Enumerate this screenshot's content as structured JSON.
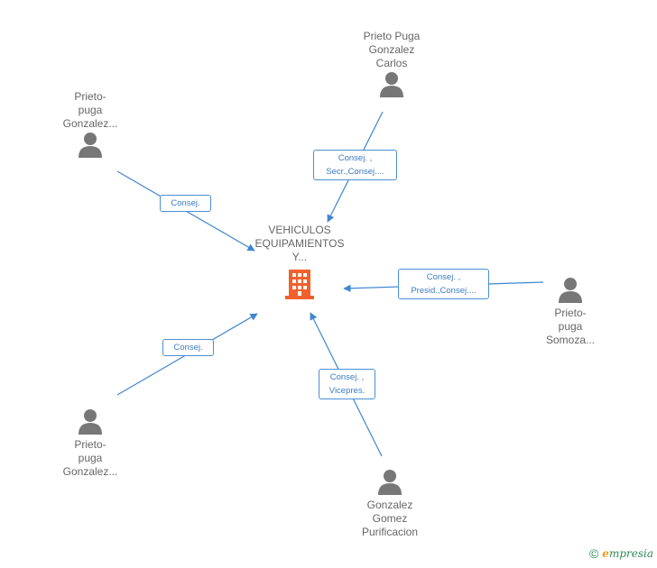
{
  "colors": {
    "edge": "#3f86d0",
    "person": "#777777",
    "company": "#f0612d",
    "text": "#666666",
    "label_text": "#3a7cc2"
  },
  "center": {
    "name": "VEHICULOS\nEQUIPAMIENTOS\nY...",
    "icon": "building-icon"
  },
  "people": [
    {
      "id": "p1",
      "name": "Prieto Puga\nGonzalez\nCarlos",
      "icon": "person-icon"
    },
    {
      "id": "p2",
      "name": "Prieto-\npuga\nGonzalez...",
      "icon": "person-icon"
    },
    {
      "id": "p3",
      "name": "Prieto-\npuga\nSomoza...",
      "icon": "person-icon"
    },
    {
      "id": "p4",
      "name": "Prieto-\npuga\nGonzalez...",
      "icon": "person-icon"
    },
    {
      "id": "p5",
      "name": "Gonzalez\nGomez\nPurificacion",
      "icon": "person-icon"
    }
  ],
  "relations": [
    {
      "from": "p1",
      "label": "Consej. ,\nSecr.,Consej...."
    },
    {
      "from": "p2",
      "label": "Consej."
    },
    {
      "from": "p3",
      "label": "Consej. ,\nPresid.,Consej...."
    },
    {
      "from": "p4",
      "label": "Consej."
    },
    {
      "from": "p5",
      "label": "Consej. ,\nVicepres."
    }
  ],
  "footer": {
    "copyright": "©",
    "brand_initial": "e",
    "brand_rest": "mpresia"
  }
}
